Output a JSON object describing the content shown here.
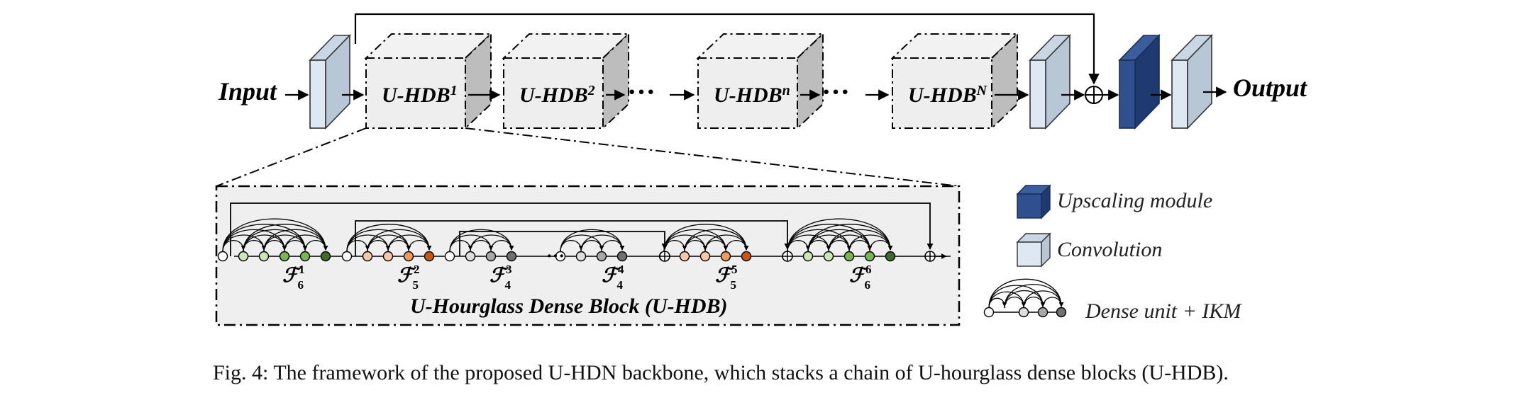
{
  "labels": {
    "input": "Input",
    "output": "Output",
    "dots": "···",
    "hdb_title": "U-Hourglass Dense Block (U-HDB)"
  },
  "blocks": [
    {
      "name": "U-HDB",
      "sup": "1"
    },
    {
      "name": "U-HDB",
      "sup": "2"
    },
    {
      "name": "U-HDB",
      "sup": "n"
    },
    {
      "name": "U-HDB",
      "sup": "N"
    }
  ],
  "units": [
    {
      "sym": "ℱ",
      "sup": "1",
      "sub": "6"
    },
    {
      "sym": "ℱ",
      "sup": "2",
      "sub": "5"
    },
    {
      "sym": "ℱ",
      "sup": "3",
      "sub": "4"
    },
    {
      "sym": "ℱ",
      "sup": "4",
      "sub": "4"
    },
    {
      "sym": "ℱ",
      "sup": "5",
      "sub": "5"
    },
    {
      "sym": "ℱ",
      "sup": "6",
      "sub": "6"
    }
  ],
  "legend": {
    "upscaling": "Upscaling module",
    "convolution": "Convolution",
    "dense_unit": "Dense unit + IKM"
  },
  "colors": {
    "conv_front": "#dde8f3",
    "conv_side": "#b8c7d6",
    "up_front": "#2f4f8e",
    "up_side": "#1f3a70",
    "block_fill": "#eeeeee",
    "block_side": "#bdbdbd",
    "green_light": "#c9e6b3",
    "green_mid": "#79b552",
    "green_dark": "#3d6b2b",
    "orange_light": "#f6c7a8",
    "orange_mid": "#ee9a5e",
    "orange_dark": "#c85614",
    "gray_mid": "#a8a8a8",
    "gray_dark": "#6f6f6f"
  },
  "caption": "Fig. 4: The framework of the proposed U-HDN backbone, which stacks a chain of U-hourglass dense blocks (U-HDB)."
}
